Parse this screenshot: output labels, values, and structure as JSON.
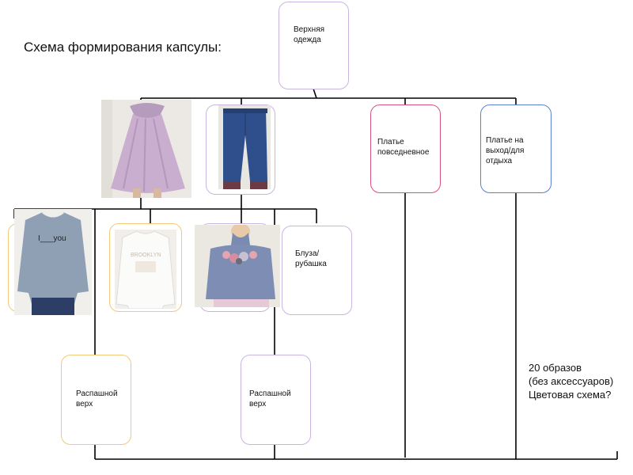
{
  "title": "Схема формирования капсулы:",
  "boxes": {
    "outerwear": "Верхняя\nодежда",
    "casual_dress": "Платье\nповседневное",
    "evening_dress": "Платье на\nвыход/для\n отдыха",
    "blouse": "Блуза/\nрубашка",
    "open_top_1": "Распашной\n верх",
    "open_top_2": "Распашной\n верх"
  },
  "photos": {
    "sweater_text": "I___you",
    "sweatshirt_text": "BROOKLYN"
  },
  "note": "20 образов\n(без аксессуаров)\nЦветовая схема?",
  "colors": {
    "line": "#000000",
    "purple_border": "#c7b6df",
    "pink_border": "#d8527f",
    "blue_border": "#5b7fd1",
    "yellow_border": "#f0c97a"
  }
}
